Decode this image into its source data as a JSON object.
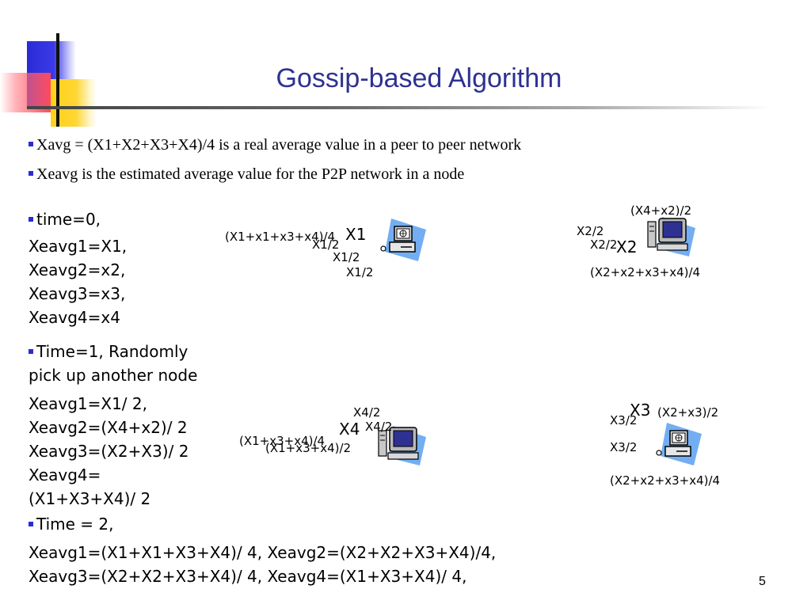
{
  "slide": {
    "title": "Gossip-based Algorithm",
    "page_number": "5"
  },
  "bullets": {
    "b1": "Xavg = (X1+X2+X3+X4)/4 is a real average value in a peer to peer network",
    "b2": "Xeavg is the estimated average value for the P2P network in a node"
  },
  "time0": {
    "head": "time=0,",
    "lines": [
      "Xeavg1=X1,",
      "Xeavg2=x2,",
      "Xeavg3=x3,",
      "Xeavg4=x4"
    ]
  },
  "time1": {
    "head_line1": "Time=1, Randomly",
    "head_line2": "pick up another node",
    "lines": [
      "Xeavg1=X1/ 2,",
      "Xeavg2=(X4+x2)/ 2",
      "Xeavg3=(X2+X3)/ 2",
      "Xeavg4=",
      "(X1+X3+X4)/ 2"
    ]
  },
  "time2": {
    "head": "Time = 2,",
    "line1": "Xeavg1=(X1+X1+X3+X4)/ 4, Xeavg2=(X2+X2+X3+X4)/4,",
    "line2": "Xeavg3=(X2+X2+X3+X4)/ 4, Xeavg4=(X1+X3+X4)/ 4,"
  },
  "nodes": {
    "x1": {
      "name": "X1",
      "label_sum": "(X1+x1+x3+x4)/4",
      "label_half_a": "X1/2",
      "label_half_b": "X1/2",
      "label_half_c": "X1/2"
    },
    "x2": {
      "name": "X2",
      "label_top": "(X4+x2)/2",
      "label_half_a": "X2/2",
      "label_half_b": "X2/2",
      "label_sum": "(X2+x2+x3+x4)/4"
    },
    "x3": {
      "name": "X3",
      "label_top": "(X2+x3)/2",
      "label_half_a": "X3/2",
      "label_half_b": "X3/2",
      "label_sum": "(X2+x2+x3+x4)/4"
    },
    "x4": {
      "name": "X4",
      "label_half_a": "X4/2",
      "label_half_b": "X4/2",
      "label_sum_a": "(X1+x3+x4)/4",
      "label_sum_b": "(X1+x3+x4)/2"
    }
  },
  "icons": {
    "laptop": "laptop-computer-icon",
    "desktop": "desktop-computer-icon"
  },
  "colors": {
    "title": "#2e3192",
    "bullet": "#2b2bd6",
    "deco_blue": "#2b2bd6",
    "deco_red": "#ff4a5c",
    "deco_yellow": "#ffd21a"
  }
}
